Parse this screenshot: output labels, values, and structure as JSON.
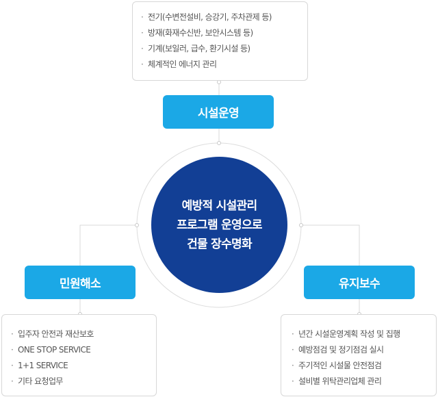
{
  "center": {
    "lines": [
      "예방적 시설관리",
      "프로그램 운영으로",
      "건물 장수명화"
    ]
  },
  "top": {
    "title": "시설운영",
    "items": [
      "전기(수변전설비, 승강기, 주차관제 등)",
      "방재(화재수신반, 보안시스템 등)",
      "기계(보일러, 급수, 환기시설 등)",
      "체계적인 에너지 관리"
    ]
  },
  "left": {
    "title": "민원해소",
    "items": [
      "입주자 안전과 재산보호",
      "ONE STOP SERVICE",
      "1+1 SERVICE",
      "기타 요청업무"
    ]
  },
  "right": {
    "title": "유지보수",
    "items": [
      "년간 시설운영계획 작성 및 집행",
      "예방점검 및 정기점검 실시",
      "주기적인 시설물 안전점검",
      "설비별 위탁관리업체 관리"
    ]
  },
  "colors": {
    "center": "#123f95",
    "pill": "#1ba8e6",
    "line": "#d9d9d9"
  }
}
